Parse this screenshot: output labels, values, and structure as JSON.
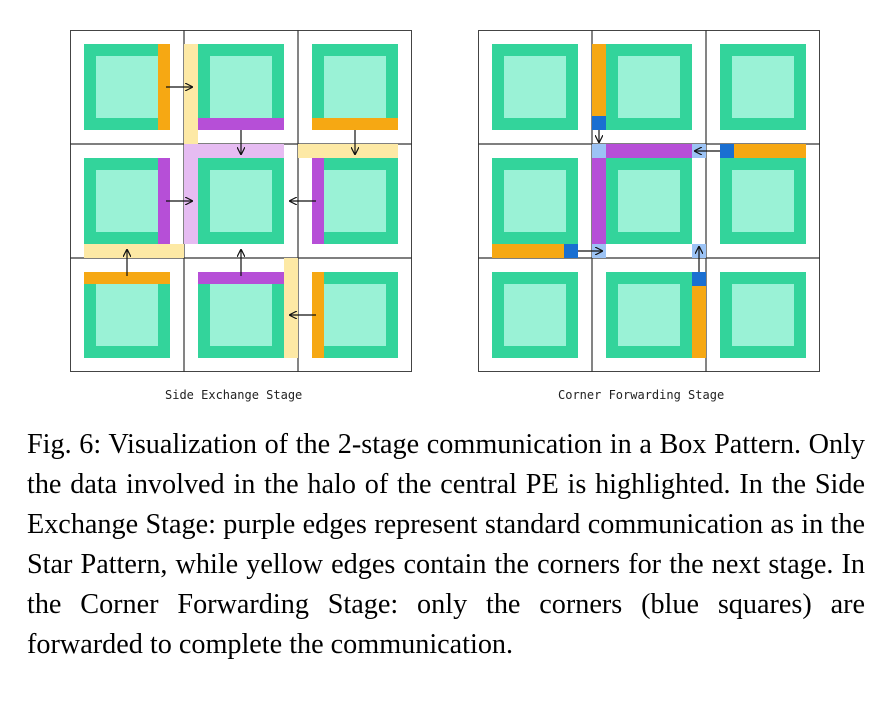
{
  "figure": {
    "panels": [
      {
        "id": "side-exchange",
        "label": "Side Exchange Stage"
      },
      {
        "id": "corner-forwarding",
        "label": "Corner Forwarding Stage"
      }
    ],
    "colors": {
      "pe_outer": "#33d49b",
      "pe_inner": "#9af2d6",
      "purple_edge": "#b64fd7",
      "purple_halo": "#e6bcf2",
      "yellow_edge": "#f6a813",
      "yellow_halo": "#fde9a5",
      "blue_corner": "#1a6fd1",
      "blue_halo": "#9cc3f5",
      "grid": "#444444"
    }
  },
  "caption": {
    "text": "Fig. 6: Visualization of the 2-stage communication in a Box Pattern. Only the data involved in the halo of the central PE is highlighted. In the Side Exchange Stage: purple edges represent standard communication as in the Star Pattern, while yellow edges contain the corners for the next stage. In the Corner Forwarding Stage: only the corners (blue squares) are forwarded to complete the communication."
  }
}
